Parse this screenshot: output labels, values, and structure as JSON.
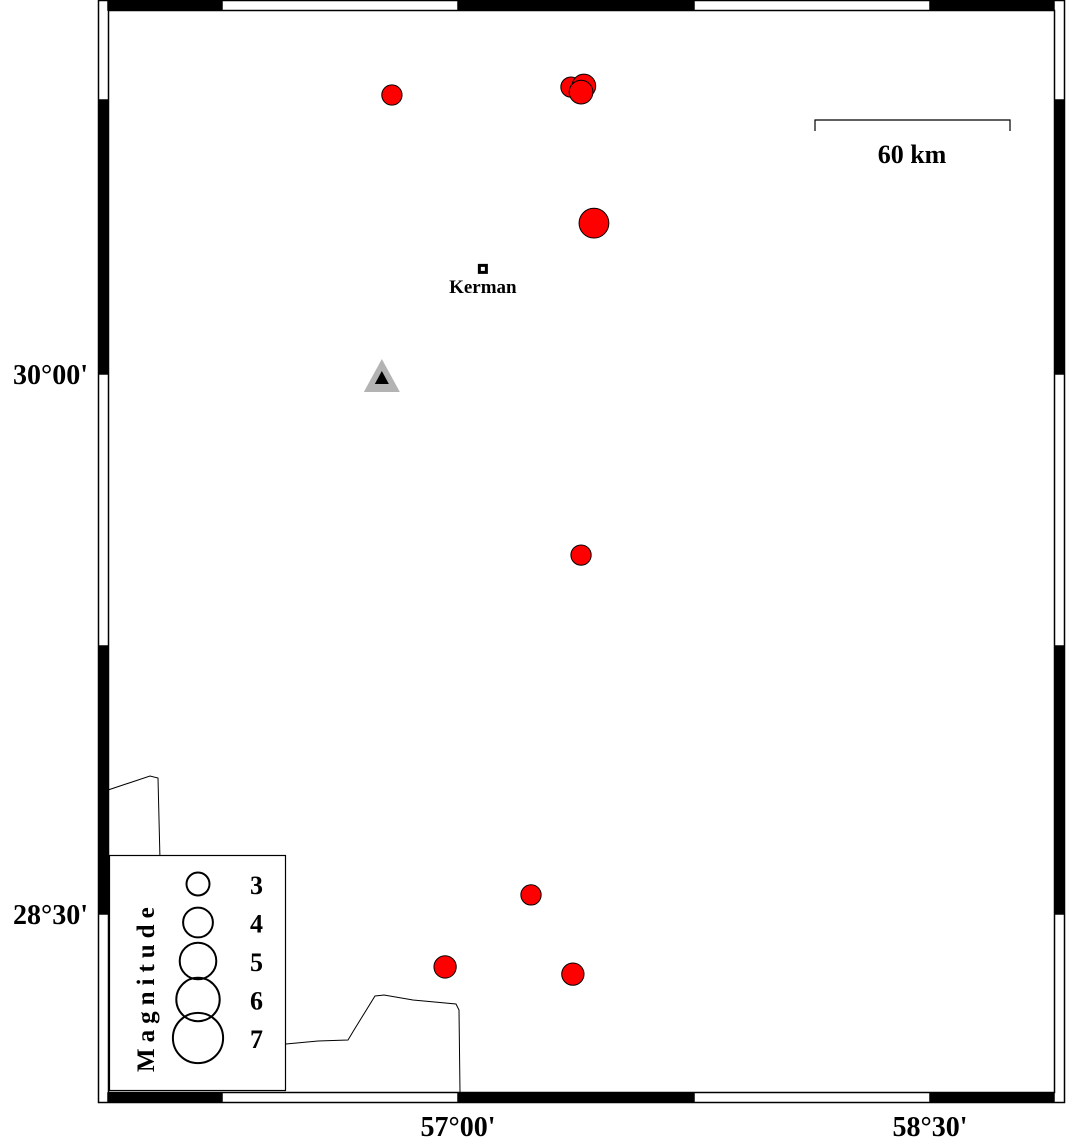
{
  "map": {
    "axes": {
      "lat_labels": [
        "30°00'",
        "28°30'"
      ],
      "lon_labels": [
        "57°00'",
        "58°30'"
      ]
    },
    "scale_bar": {
      "label": "60 km"
    },
    "city": {
      "name": "Kerman",
      "lon": 57.079,
      "lat": 30.292
    },
    "station": {
      "lon": 56.758,
      "lat": 29.989
    },
    "events": [
      {
        "lon": 56.79,
        "lat": 30.775,
        "mag": 2.6
      },
      {
        "lon": 57.359,
        "lat": 30.797,
        "mag": 2.6
      },
      {
        "lon": 57.4,
        "lat": 30.8,
        "mag": 3.1
      },
      {
        "lon": 57.391,
        "lat": 30.783,
        "mag": 3.1
      },
      {
        "lon": 57.432,
        "lat": 30.419,
        "mag": 4.0
      },
      {
        "lon": 57.391,
        "lat": 29.497,
        "mag": 2.6
      },
      {
        "lon": 57.232,
        "lat": 28.553,
        "mag": 2.6
      },
      {
        "lon": 56.959,
        "lat": 28.353,
        "mag": 2.9
      },
      {
        "lon": 57.365,
        "lat": 28.333,
        "mag": 2.9
      }
    ],
    "legend": {
      "title": "Magnitude",
      "entries": [
        {
          "label": "3",
          "mag": 3
        },
        {
          "label": "4",
          "mag": 4
        },
        {
          "label": "5",
          "mag": 5
        },
        {
          "label": "6",
          "mag": 6
        },
        {
          "label": "7",
          "mag": 7
        }
      ]
    },
    "colors": {
      "event": "#ff0000",
      "station_outer": "#b3b3b3",
      "station_inner": "#000000"
    }
  }
}
